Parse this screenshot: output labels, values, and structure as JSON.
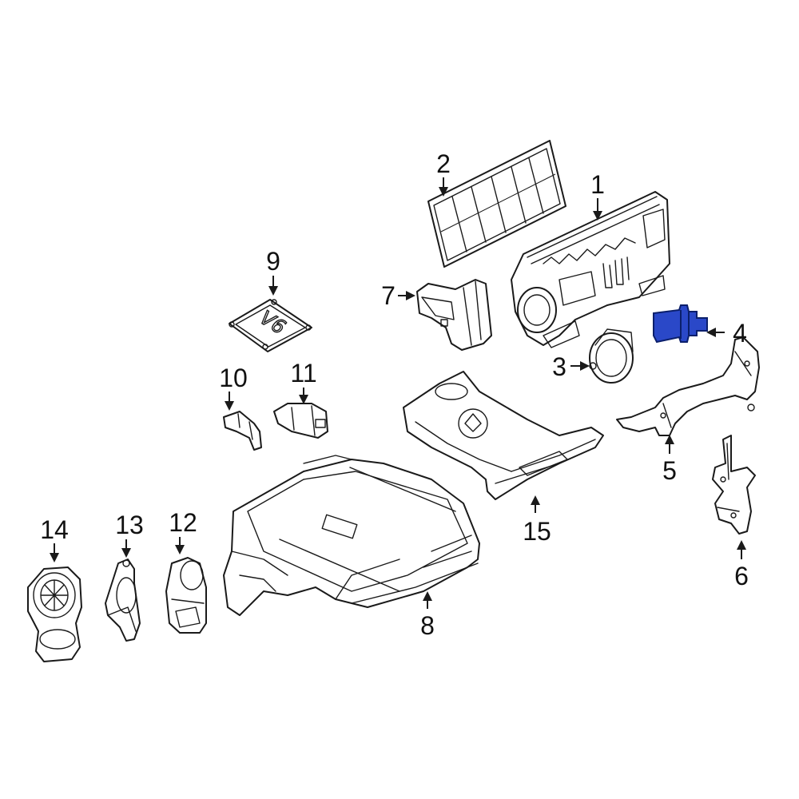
{
  "diagram": {
    "highlight_color": "#2a48c8",
    "callouts": [
      {
        "id": "1",
        "label": "1"
      },
      {
        "id": "2",
        "label": "2"
      },
      {
        "id": "3",
        "label": "3"
      },
      {
        "id": "4",
        "label": "4",
        "highlighted": true
      },
      {
        "id": "5",
        "label": "5"
      },
      {
        "id": "6",
        "label": "6"
      },
      {
        "id": "7",
        "label": "7"
      },
      {
        "id": "8",
        "label": "8"
      },
      {
        "id": "9",
        "label": "9"
      },
      {
        "id": "10",
        "label": "10"
      },
      {
        "id": "11",
        "label": "11"
      },
      {
        "id": "12",
        "label": "12"
      },
      {
        "id": "13",
        "label": "13"
      },
      {
        "id": "14",
        "label": "14"
      },
      {
        "id": "15",
        "label": "15"
      }
    ],
    "engine_cover_marking": "V6"
  }
}
